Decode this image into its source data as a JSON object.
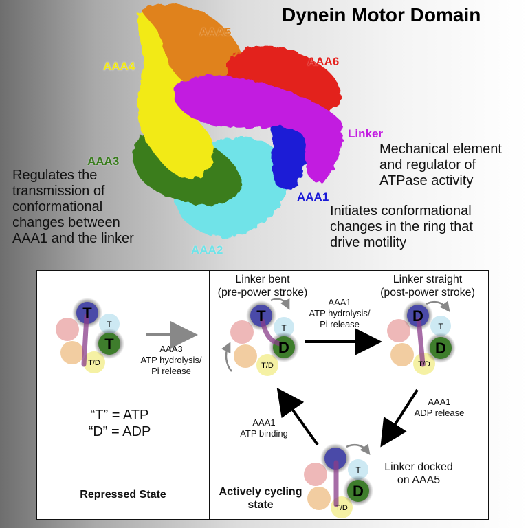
{
  "title": "Dynein Motor Domain",
  "domains": {
    "aaa1": {
      "label": "AAA1",
      "color": "#1a1ad6"
    },
    "aaa2": {
      "label": "AAA2",
      "color": "#6fe3e8"
    },
    "aaa3": {
      "label": "AAA3",
      "color": "#3a7d1e"
    },
    "aaa4": {
      "label": "AAA4",
      "color": "#f2ea16"
    },
    "aaa5": {
      "label": "AAA5",
      "color": "#e0821e"
    },
    "aaa6": {
      "label": "AAA6",
      "color": "#e3201c"
    },
    "linker": {
      "label": "Linker",
      "color": "#c21ee0"
    }
  },
  "descriptions": {
    "linker": [
      "Mechanical element",
      "and regulator of",
      "ATPase activity"
    ],
    "aaa1": [
      "Initiates conformational",
      "changes in the ring that",
      "drive motility"
    ],
    "aaa3": [
      "Regulates the",
      "transmission of",
      "conformational",
      "changes between",
      "AAA1 and the linker"
    ]
  },
  "panel": {
    "repressed": {
      "state_label": "Repressed State",
      "arrow_label": [
        "AAA3",
        "ATP hydrolysis/",
        "Pi release"
      ],
      "legend": [
        "“T” = ATP",
        "“D” = ADP"
      ]
    },
    "cycle": {
      "state_label": [
        "Actively cycling",
        "state"
      ],
      "bent_label": [
        "Linker bent",
        "(pre-power stroke)"
      ],
      "straight_label": [
        "Linker straight",
        "(post-power stroke)"
      ],
      "docked_label": [
        "Linker docked",
        "on AAA5"
      ],
      "step1": [
        "AAA1",
        "ATP hydrolysis/",
        "Pi release"
      ],
      "step2": [
        "AAA1",
        "ADP release"
      ],
      "step3": [
        "AAA1",
        "ATP binding"
      ]
    },
    "nucleotides": {
      "t": "T",
      "d": "D",
      "td": "T/D"
    }
  }
}
